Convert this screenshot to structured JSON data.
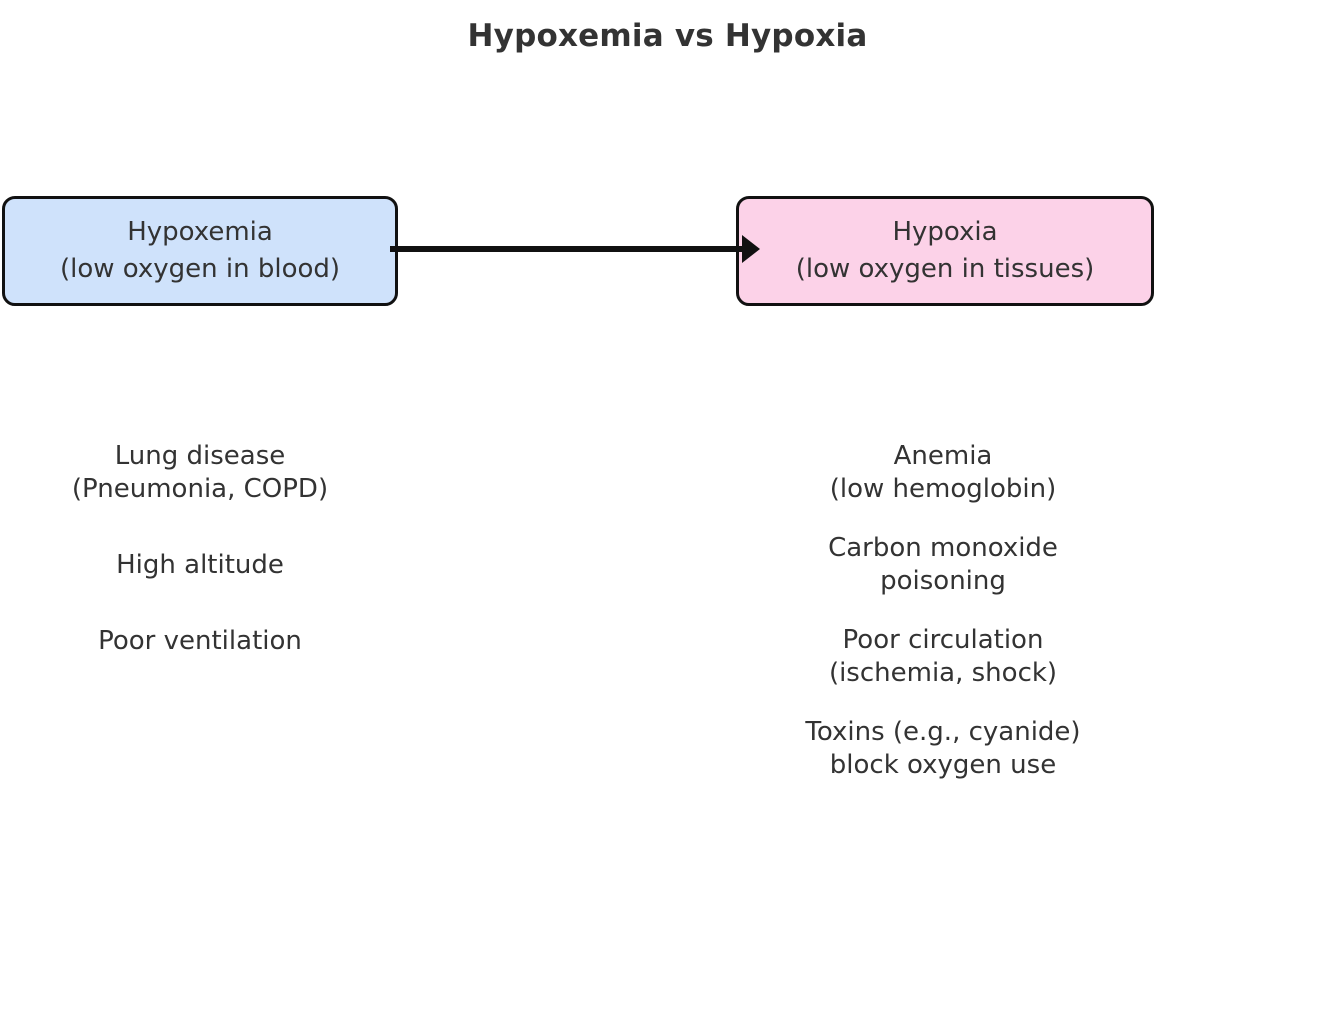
{
  "title": "Hypoxemia vs Hypoxia",
  "colors": {
    "background": "#ffffff",
    "text": "#333333",
    "stroke": "#111111",
    "hypoxemia_fill": "#cfe2fb",
    "hypoxia_fill": "#fcd2e8"
  },
  "nodes": {
    "hypoxemia": {
      "label": "Hypoxemia\n(low oxygen in blood)",
      "line1": "Hypoxemia",
      "line2": "(low oxygen in blood)"
    },
    "hypoxia": {
      "label": "Hypoxia\n(low oxygen in tissues)",
      "line1": "Hypoxia",
      "line2": "(low oxygen in tissues)"
    }
  },
  "connector": {
    "from": "hypoxemia",
    "to": "hypoxia",
    "label": "",
    "arrowhead": "solid-triangle",
    "direction": "left-to-right"
  },
  "causes": {
    "left": [
      "Lung disease\n(Pneumonia, COPD)",
      "High altitude",
      "Poor ventilation"
    ],
    "right": [
      "Anemia\n(low hemoglobin)",
      "Carbon monoxide\npoisoning",
      "Poor circulation\n(ischemia, shock)",
      "Toxins (e.g., cyanide)\nblock oxygen use"
    ]
  }
}
